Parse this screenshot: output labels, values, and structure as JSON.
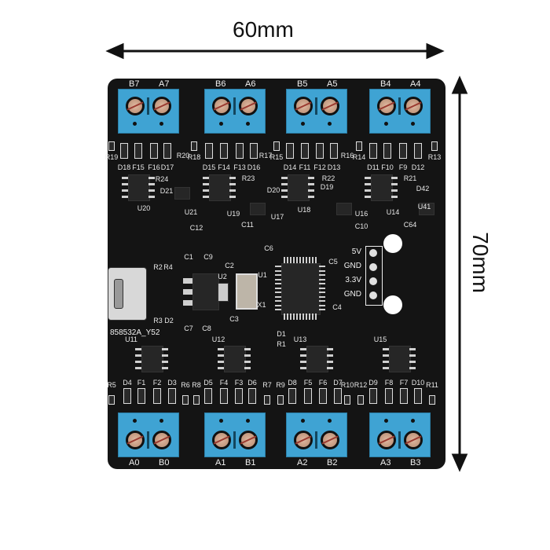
{
  "dimensions": {
    "width": "60mm",
    "height": "70mm"
  },
  "board": {
    "id": "858532A_Y52",
    "header_labels": [
      "5V",
      "GND",
      "3.3V",
      "GND"
    ]
  },
  "top_terminals": [
    [
      "B7",
      "A7"
    ],
    [
      "B6",
      "A6"
    ],
    [
      "B5",
      "A5"
    ],
    [
      "B4",
      "A4"
    ]
  ],
  "bottom_terminals": [
    [
      "A0",
      "B0"
    ],
    [
      "A1",
      "B1"
    ],
    [
      "A2",
      "B2"
    ],
    [
      "A3",
      "B3"
    ]
  ],
  "silkscreen": [
    "R19",
    "D18",
    "F15",
    "F16",
    "D17",
    "R20",
    "R18",
    "D15",
    "F14",
    "F13",
    "D16",
    "R17",
    "R15",
    "D14",
    "F11",
    "F12",
    "D13",
    "R16",
    "R14",
    "D11",
    "F10",
    "F9",
    "D12",
    "R13",
    "R24",
    "D21",
    "R23",
    "D20",
    "R22",
    "D19",
    "R21",
    "D42",
    "U20",
    "U21",
    "U19",
    "U17",
    "U18",
    "U16",
    "U14",
    "U41",
    "C12",
    "C11",
    "C10",
    "C64",
    "C6",
    "C1",
    "C9",
    "C2",
    "U1",
    "U2",
    "X1",
    "C3",
    "C7",
    "C8",
    "R2",
    "R4",
    "R3",
    "D2",
    "C5",
    "C4",
    "D1",
    "R1",
    "U11",
    "U12",
    "U13",
    "U15",
    "R5",
    "D4",
    "F1",
    "F2",
    "D3",
    "R6",
    "R8",
    "D5",
    "F4",
    "F3",
    "D6",
    "R7",
    "R9",
    "D8",
    "F5",
    "F6",
    "D7",
    "R10",
    "R12",
    "D9",
    "F8",
    "F7",
    "D10",
    "R11"
  ],
  "colors": {
    "board": "#141414",
    "terminal": "#3fa3d3"
  }
}
